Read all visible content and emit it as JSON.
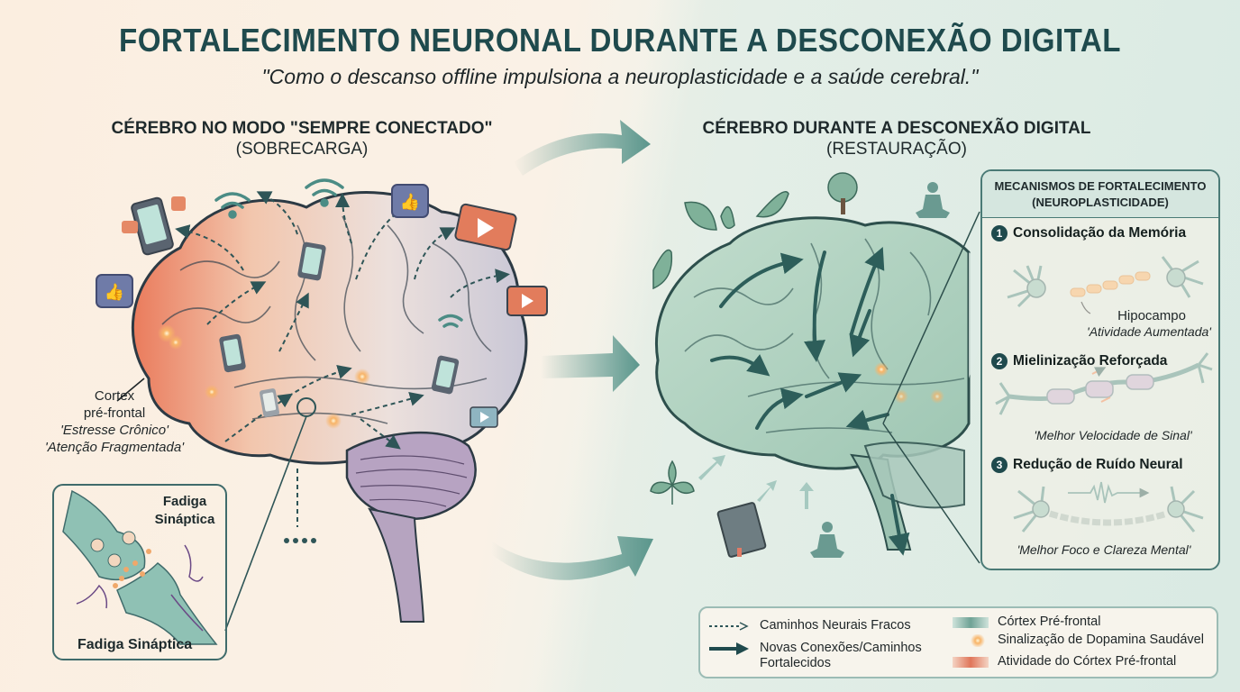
{
  "header": {
    "title": "FORTALECIMENTO NEURONAL DURANTE A DESCONEXÃO DIGITAL",
    "subtitle": "\"Como o descanso offline impulsiona a neuroplasticidade e a saúde cerebral.\""
  },
  "left_section": {
    "heading": "CÉREBRO NO MODO \"SEMPRE CONECTADO\"",
    "subheading": "(SOBRECARGA)",
    "icons": [
      "smartphone-icon",
      "chat-bubble-icon",
      "wifi-icon",
      "thumbs-up-icon",
      "video-play-icon",
      "dashed-arrow-icon"
    ],
    "annotation": {
      "line1": "Cortex",
      "line2": "pré-frontal",
      "line3": "'Estresse Crônico'",
      "line4": "'Atenção Fragmentada'"
    },
    "inset": {
      "title_top": "Fadiga Sináptica",
      "title_bottom": "Fadiga Sináptica"
    }
  },
  "right_section": {
    "heading": "CÉREBRO DURANTE A DESCONEXÃO DIGITAL",
    "subheading": "(RESTAURAÇÃO)",
    "icons": [
      "leaf-icon",
      "tree-icon",
      "meditation-icon",
      "book-icon",
      "sprout-icon",
      "solid-arrow-icon"
    ]
  },
  "mechanisms": {
    "heading_line1": "MECANISMOS DE FORTALECIMENTO",
    "heading_line2": "(NEUROPLASTICIDADE)",
    "items": [
      {
        "number": "1",
        "title": "Consolidação da Memória",
        "label": "Hipocampo",
        "caption": "'Atividade Aumentada'"
      },
      {
        "number": "2",
        "title": "Mielinização Reforçada",
        "caption": "'Melhor Velocidade de Sinal'"
      },
      {
        "number": "3",
        "title": "Redução de Ruído Neural",
        "caption": "'Melhor Foco e Clareza Mental'"
      }
    ]
  },
  "legend": {
    "items": [
      {
        "label": "Caminhos Neurais Fracos",
        "swatch": "dotted-arrow"
      },
      {
        "label": "Novas Conexões/Caminhos",
        "label2": "Fortalecidos",
        "swatch": "solid-arrow"
      },
      {
        "label": "Córtex Pré-frontal",
        "swatch": "teal-gradient"
      },
      {
        "label": "Sinalização de Dopamina Saudável",
        "swatch": "orange-glow"
      },
      {
        "label": "Atividade do Córtex Pré-frontal",
        "swatch": "red-gradient"
      }
    ]
  },
  "colors": {
    "title": "#1f4a4d",
    "teal": "#4f8f85",
    "teal_dark": "#1f4a4d",
    "stress_red": "#e0765a",
    "calm_green": "#b9d9c8",
    "dopamine": "#f6a85a",
    "panel_border": "#4a7a76"
  }
}
